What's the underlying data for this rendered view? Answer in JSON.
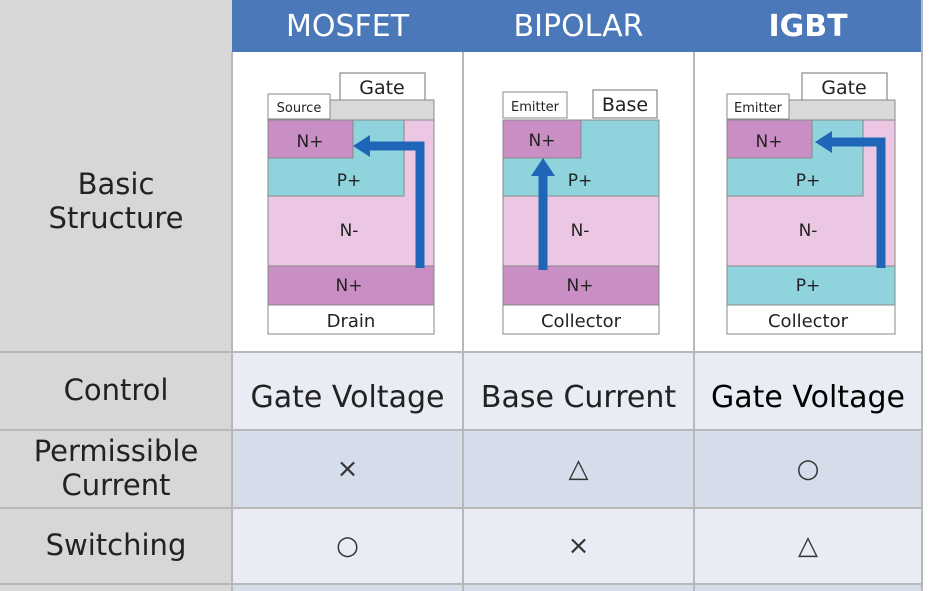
{
  "columns": [
    {
      "label": "MOSFET"
    },
    {
      "label": "BIPOLAR"
    },
    {
      "label": "IGBT"
    }
  ],
  "rows": {
    "structure": {
      "label": "Basic\nStructure"
    },
    "control": {
      "label": "Control",
      "values": [
        "Gate Voltage",
        "Base Current",
        "Gate Voltage"
      ]
    },
    "current": {
      "label": "Permissible\nCurrent",
      "values": [
        "×",
        "△",
        "○"
      ]
    },
    "switching": {
      "label": "Switching",
      "values": [
        "○",
        "×",
        "△"
      ]
    }
  },
  "diagrams": {
    "mosfet": {
      "terminal_top_left": "Source",
      "terminal_top_right": "Gate",
      "layers": [
        "N+",
        "P+",
        "N-",
        "N+"
      ],
      "terminal_bottom": "Drain"
    },
    "bipolar": {
      "terminal_top_left": "Emitter",
      "terminal_top_right": "Base",
      "layers": [
        "N+",
        "P+",
        "N-",
        "N+"
      ],
      "terminal_bottom": "Collector"
    },
    "igbt": {
      "terminal_top_left": "Emitter",
      "terminal_top_right": "Gate",
      "layers": [
        "N+",
        "P+",
        "N-",
        "P+"
      ],
      "terminal_bottom": "Collector"
    }
  },
  "colors": {
    "header": "#4a78b8",
    "label_column": "#d7d7d7",
    "n_plus": "#c98ec3",
    "p_plus": "#8fd3dc",
    "n_minus": "#ecc7e4",
    "arrow": "#1f66b8"
  }
}
